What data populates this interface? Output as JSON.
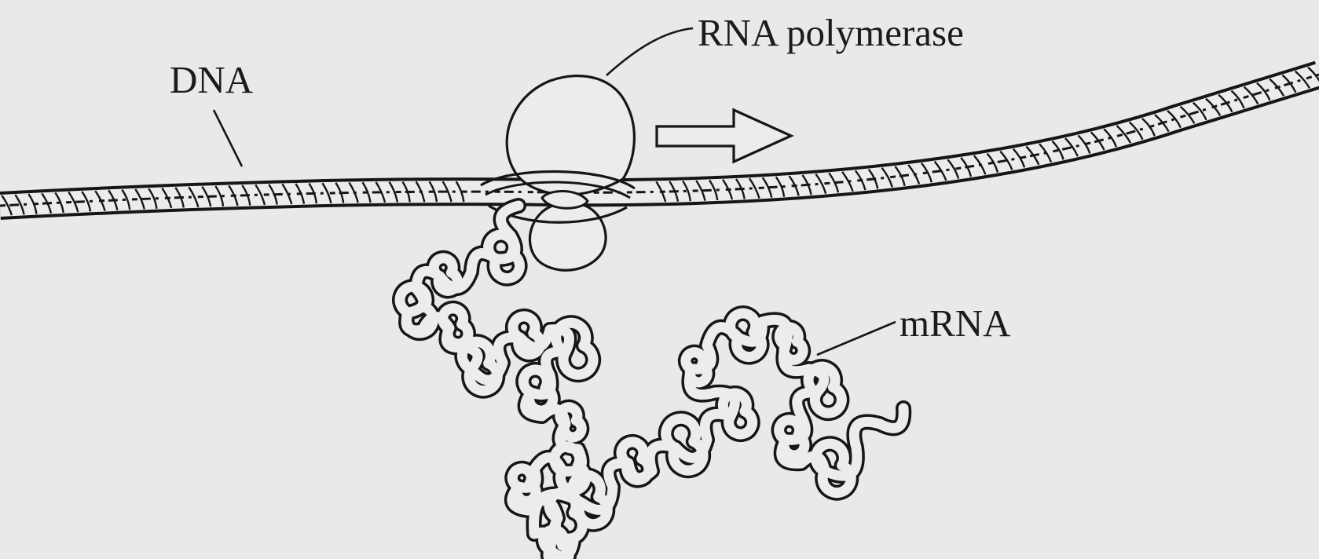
{
  "diagram": {
    "labels": {
      "dna": "DNA",
      "rna_polymerase": "RNA polymerase",
      "mrna": "mRNA"
    },
    "ink_color": "#161616",
    "paper_color": "#e9e9e9",
    "feature_color": "#ececec",
    "arrow_meaning": "direction of transcription"
  }
}
